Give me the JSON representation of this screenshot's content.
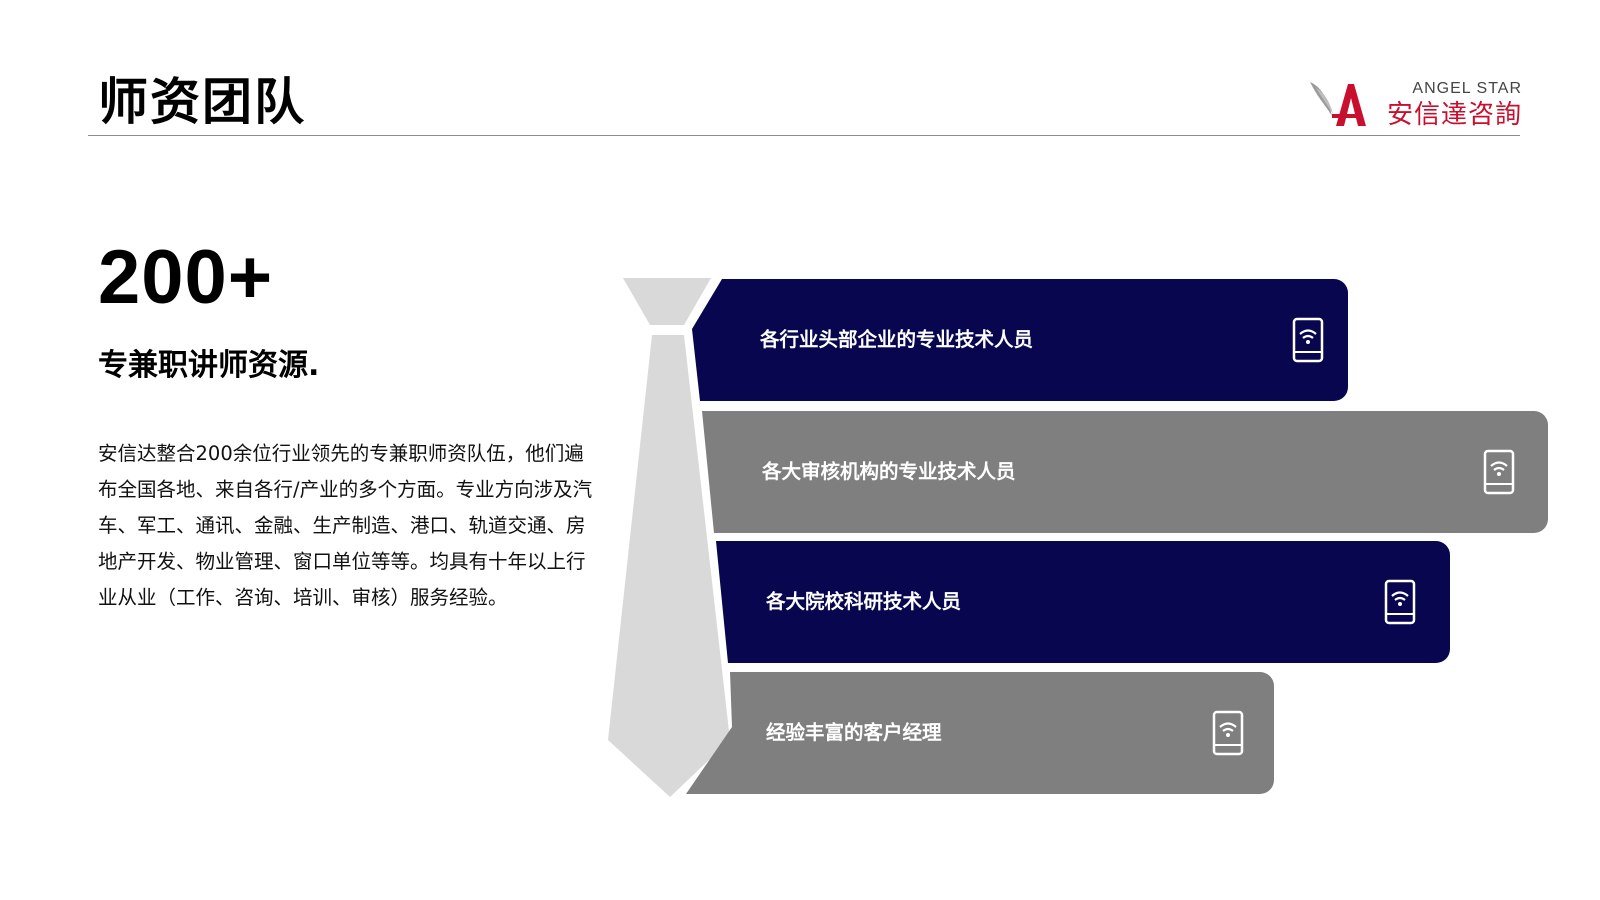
{
  "header": {
    "title": "师资团队",
    "logo_en": "ANGEL STAR",
    "logo_cn": "安信達咨詢",
    "brand_color": "#c8102e"
  },
  "left": {
    "big_number": "200+",
    "subtitle": "专兼职讲师资源.",
    "description": "安信达整合200余位行业领先的专兼职师资队伍，他们遍布全国各地、来自各行/产业的多个方面。专业方向涉及汽车、军工、通讯、金融、生产制造、港口、轨道交通、房地产开发、物业管理、窗口单位等等。均具有十年以上行业从业（工作、咨询、培训、审核）服务经验。"
  },
  "bars": [
    {
      "label": "各行业头部企业的专业技术人员",
      "color": "#07064f",
      "icon": "phone-wifi-icon"
    },
    {
      "label": "各大审核机构的专业技术人员",
      "color": "#7f7f7f",
      "icon": "phone-wifi-icon"
    },
    {
      "label": "各大院校科研技术人员",
      "color": "#07064f",
      "icon": "phone-wifi-icon"
    },
    {
      "label": "经验丰富的客户经理",
      "color": "#7f7f7f",
      "icon": "phone-wifi-icon"
    }
  ],
  "tie_color": "#d9d9d9"
}
